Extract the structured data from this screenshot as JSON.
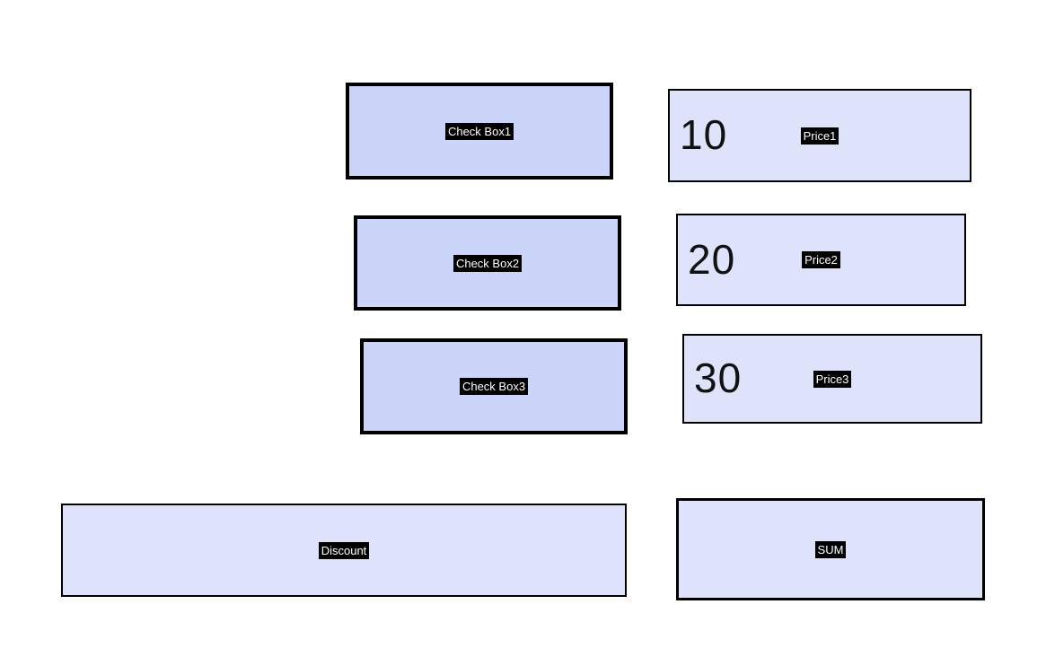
{
  "colors": {
    "background": "#ffffff",
    "checkbox_fill": "#cbd5fa",
    "field_fill": "#dee2fb",
    "border": "#000000",
    "label_bg": "#000000",
    "label_text": "#ffffff",
    "value_text": "#111111"
  },
  "checkboxes": [
    {
      "label": "Check Box1"
    },
    {
      "label": "Check Box2"
    },
    {
      "label": "Check Box3"
    }
  ],
  "prices": [
    {
      "value": "10",
      "label": "Price1"
    },
    {
      "value": "20",
      "label": "Price2"
    },
    {
      "value": "30",
      "label": "Price3"
    }
  ],
  "discount": {
    "label": "Discount",
    "value": ""
  },
  "sum": {
    "label": "SUM",
    "value": ""
  }
}
